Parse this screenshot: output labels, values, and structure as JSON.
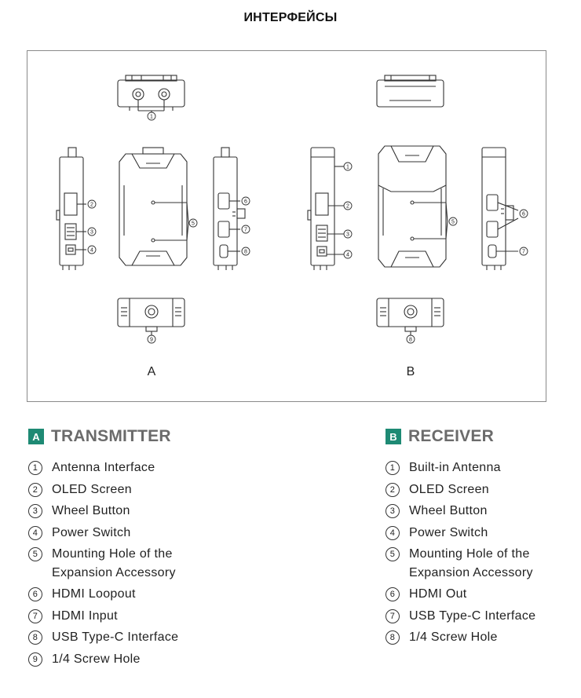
{
  "title": "ИНТЕРФЕЙСЫ",
  "diagram": {
    "label_a": "A",
    "label_b": "B",
    "callouts": [
      "1",
      "2",
      "3",
      "4",
      "5",
      "6",
      "7",
      "8",
      "9"
    ]
  },
  "legend_a": {
    "badge": "A",
    "title": "TRANSMITTER",
    "items": [
      {
        "n": "1",
        "text": "Antenna Interface"
      },
      {
        "n": "2",
        "text": "OLED Screen"
      },
      {
        "n": "3",
        "text": "Wheel Button"
      },
      {
        "n": "4",
        "text": "Power Switch"
      },
      {
        "n": "5",
        "text": "Mounting Hole of the\nExpansion Accessory"
      },
      {
        "n": "6",
        "text": "HDMI Loopout"
      },
      {
        "n": "7",
        "text": "HDMI Input"
      },
      {
        "n": "8",
        "text": "USB Type-C Interface"
      },
      {
        "n": "9",
        "text": "1/4 Screw Hole"
      }
    ]
  },
  "legend_b": {
    "badge": "B",
    "title": "RECEIVER",
    "items": [
      {
        "n": "1",
        "text": "Built-in Antenna"
      },
      {
        "n": "2",
        "text": "OLED Screen"
      },
      {
        "n": "3",
        "text": "Wheel Button"
      },
      {
        "n": "4",
        "text": "Power Switch"
      },
      {
        "n": "5",
        "text": "Mounting Hole of the\nExpansion Accessory"
      },
      {
        "n": "6",
        "text": "HDMI Out"
      },
      {
        "n": "7",
        "text": "USB Type-C Interface"
      },
      {
        "n": "8",
        "text": "1/4 Screw Hole"
      }
    ]
  }
}
